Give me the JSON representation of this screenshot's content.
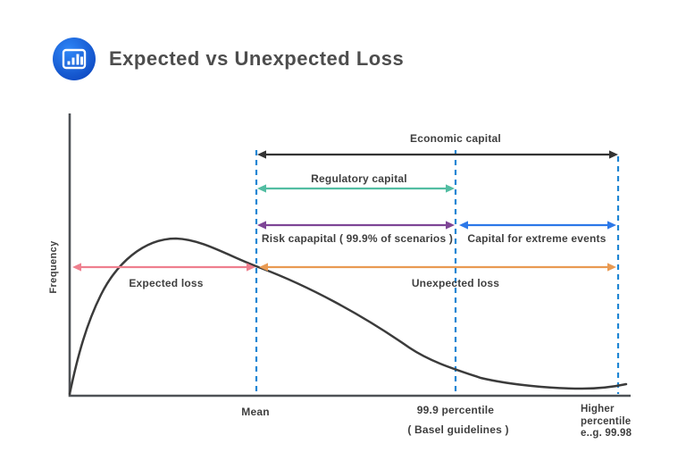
{
  "header": {
    "title": "Expected vs Unexpected Loss",
    "logo_icon": "bar-chart-icon"
  },
  "labels": {
    "frequency": "Frequency",
    "economic": "Economic capital",
    "regulatory": "Regulatory capital",
    "risk": "Risk capapital ( 99.9% of scenarios )",
    "extreme": "Capital for extreme events",
    "expected": "Expected loss",
    "unexpected": "Unexpected loss",
    "mean": "Mean",
    "p999": "99.9 percentile",
    "basel": "( Basel guidelines )",
    "higher_line1": "Higher",
    "higher_line2": "percentile",
    "higher_line3": "e..g. 99.98"
  },
  "colors": {
    "economic": "#333333",
    "regulatory": "#52bda2",
    "risk": "#7e4596",
    "extreme": "#2c78e8",
    "expected": "#ef7f8e",
    "unexpected": "#e99a52",
    "dashed_line": "#1f86d4",
    "curve": "#3b3b3b",
    "axis": "#4e5256",
    "label_text": "#3f3f3f",
    "title_text": "#4d4d4d",
    "logo_light": "#2e86f7",
    "logo_dark": "#0d47c0"
  },
  "chart_data": {
    "type": "line",
    "title": "Expected vs Unexpected Loss",
    "xlabel": "",
    "ylabel": "Frequency",
    "grid": false,
    "curve_description": "right-skewed loss frequency distribution",
    "curve_points_norm": [
      [
        0.0,
        0.01
      ],
      [
        0.056,
        0.64
      ],
      [
        0.115,
        0.88
      ],
      [
        0.19,
        1.0
      ],
      [
        0.333,
        0.82
      ],
      [
        0.433,
        0.64
      ],
      [
        0.545,
        0.45
      ],
      [
        0.688,
        0.17
      ],
      [
        0.815,
        0.07
      ],
      [
        0.91,
        0.045
      ],
      [
        0.99,
        0.07
      ]
    ],
    "x_markers": [
      {
        "label": "Mean",
        "sublabel": "",
        "x_norm": 0.333
      },
      {
        "label": "99.9 percentile",
        "sublabel": "( Basel guidelines )",
        "x_norm": 0.688
      },
      {
        "label": "Higher percentile e..g. 99.98",
        "sublabel": "",
        "x_norm": 0.978
      }
    ],
    "spans": [
      {
        "name": "Economic capital",
        "from": "Mean",
        "to": "Higher percentile",
        "color": "#333333"
      },
      {
        "name": "Regulatory capital",
        "from": "Mean",
        "to": "99.9 percentile",
        "color": "#52bda2"
      },
      {
        "name": "Risk capapital ( 99.9% of scenarios )",
        "from": "Mean",
        "to": "99.9 percentile",
        "color": "#7e4596"
      },
      {
        "name": "Capital for extreme events",
        "from": "99.9 percentile",
        "to": "Higher percentile",
        "color": "#2c78e8"
      },
      {
        "name": "Expected loss",
        "from": "0",
        "to": "Mean",
        "color": "#ef7f8e"
      },
      {
        "name": "Unexpected loss",
        "from": "Mean",
        "to": "Higher percentile",
        "color": "#e99a52"
      }
    ]
  }
}
